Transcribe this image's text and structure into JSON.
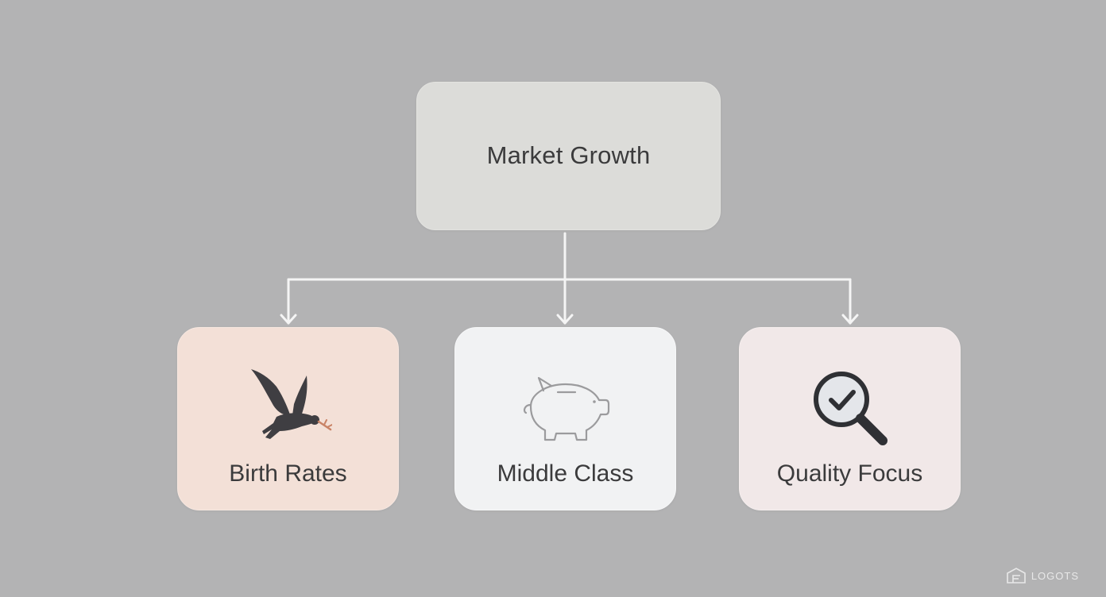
{
  "diagram": {
    "root": {
      "label": "Market Growth"
    },
    "children": [
      {
        "label": "Birth Rates",
        "icon": "bird-icon",
        "background": "#f3e0d7"
      },
      {
        "label": "Middle Class",
        "icon": "piggy-bank-icon",
        "background": "#f1f2f3"
      },
      {
        "label": "Quality Focus",
        "icon": "magnifier-check-icon",
        "background": "#f1e8e8"
      }
    ],
    "connector_color": "#f5f5f5"
  },
  "watermark": {
    "text": "LOGOTS"
  },
  "colors": {
    "background": "#b3b3b4",
    "root_fill": "#dcdcd9",
    "text": "#3b3b3c"
  }
}
